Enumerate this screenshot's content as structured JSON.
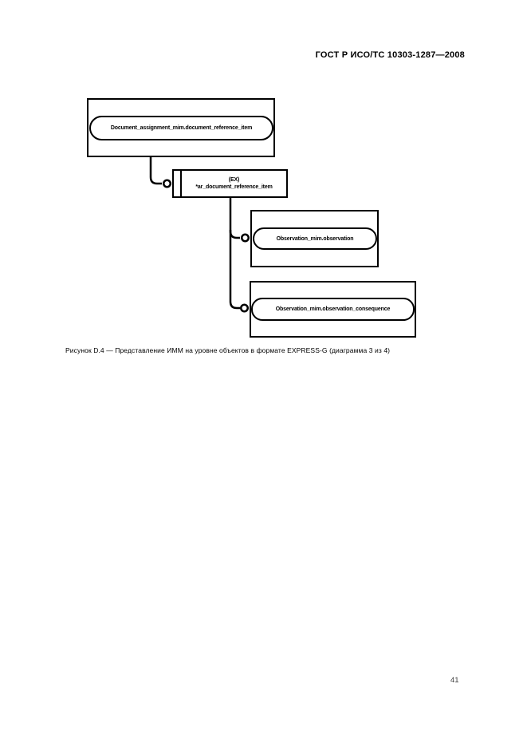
{
  "page": {
    "header": "ГОСТ Р ИСО/ТС 10303-1287—2008",
    "caption": "Рисунок D.4 — Представление ИММ на уровне объектов в формате EXPRESS-G (диаграмма 3 из 4)",
    "page_number": "41"
  },
  "diagram": {
    "type": "EXPRESS-G entity-level diagram",
    "ink_color": "#000000",
    "background": "#ffffff",
    "nodes": [
      {
        "id": "document_reference_item",
        "shape": "oval-in-rect",
        "label": "Document_assignment_mim.document_reference_item"
      },
      {
        "id": "ar_document_reference_item",
        "shape": "rect-with-left-bar",
        "label_line1": "(EX)",
        "label_line2": "*ar_document_reference_item"
      },
      {
        "id": "observation",
        "shape": "oval-in-rect",
        "label": "Observation_mim.observation"
      },
      {
        "id": "observation_consequence",
        "shape": "oval-in-rect",
        "label": "Observation_mim.observation_consequence"
      }
    ],
    "edges": [
      {
        "from": "Document_assignment_mim.document_reference_item",
        "to": "*ar_document_reference_item",
        "terminator": "open-circle"
      },
      {
        "from": "*ar_document_reference_item",
        "to": "Observation_mim.observation",
        "terminator": "open-circle"
      },
      {
        "from": "*ar_document_reference_item",
        "to": "Observation_mim.observation_consequence",
        "terminator": "open-circle"
      }
    ]
  }
}
